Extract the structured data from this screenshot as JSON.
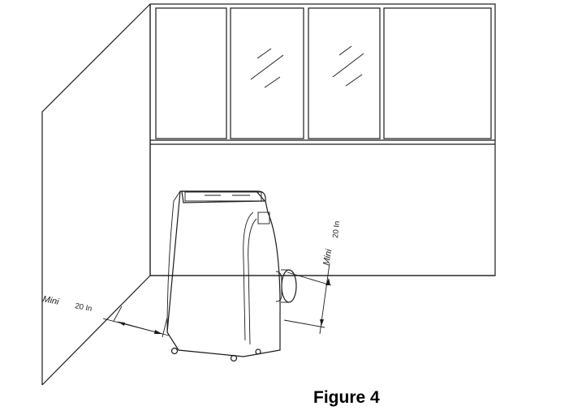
{
  "figure": {
    "caption": "Figure 4"
  },
  "clearance_left": {
    "label_prefix": "Mini",
    "label_value": "20 In"
  },
  "clearance_back": {
    "label_prefix": "Mini",
    "label_value": "20 In"
  }
}
